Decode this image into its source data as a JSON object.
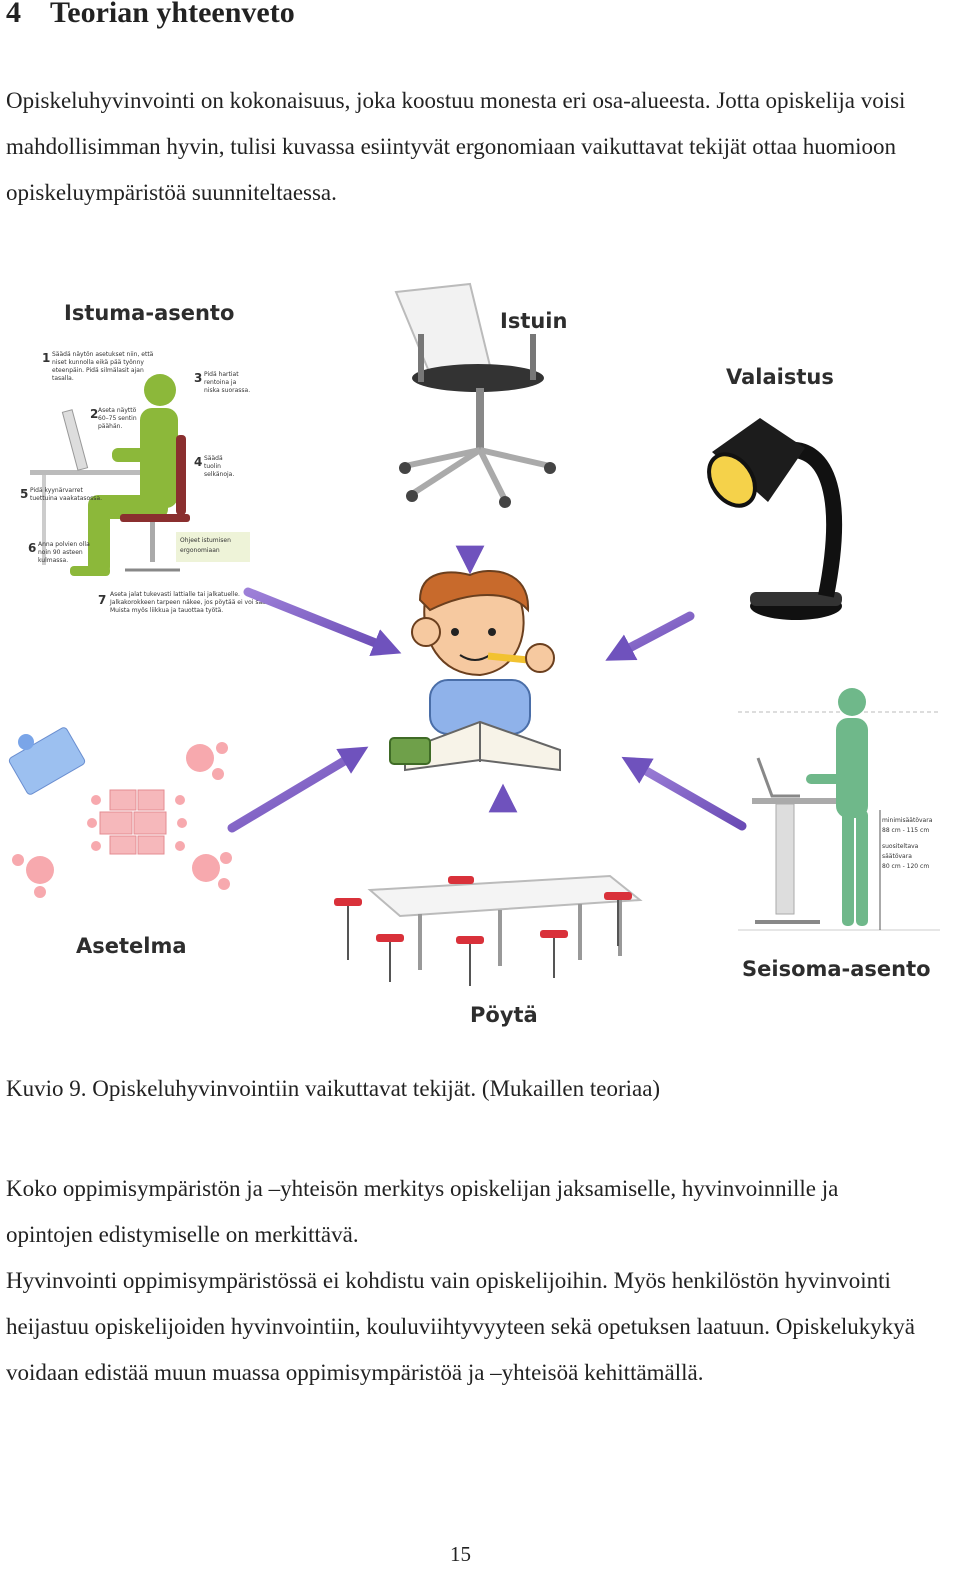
{
  "heading": {
    "number": "4",
    "title": "Teorian yhteenveto"
  },
  "intro": "Opiskeluhyvinvointi on kokonaisuus, joka koostuu monesta eri osa-alueesta. Jotta opiskelija voisi mahdollisimman hyvin, tulisi kuvassa esiintyvät ergonomiaan vaikuttavat tekijät ottaa huomioon opiskeluympäristöä suunniteltaessa.",
  "figure": {
    "labels": {
      "sitting": "Istuma-asento",
      "seat": "Istuin",
      "lighting": "Valaistus",
      "arrangement": "Asetelma",
      "table": "Pöytä",
      "standing": "Seisoma-asento"
    },
    "standing_notes": [
      "minimisäätövara",
      "88 cm - 115 cm",
      "suositeltava",
      "säätövara",
      "80 cm - 120 cm"
    ]
  },
  "caption": "Kuvio 9. Opiskeluhyvinvointiin vaikuttavat tekijät. (Mukaillen teoriaa)",
  "paragraph2": "Koko oppimisympäristön ja –yhteisön merkitys opiskelijan jaksamiselle, hyvinvoinnille ja opintojen edistymiselle on merkittävä.",
  "paragraph3": "Hyvinvointi oppimisympäristössä ei kohdistu vain opiskelijoihin. Myös henkilöstön hyvinvointi heijastuu opiskelijoiden hyvinvointiin, kouluviihtyvyyteen sekä opetuksen laatuun. Opiskelukykyä voidaan edistää muun muassa oppimisympäristöä ja –yhteisöä kehittämällä.",
  "page_number": "15",
  "colors": {
    "arrow": "#7b5cc4",
    "figure_green": "#8cb83a",
    "standing_green": "#6fb88a",
    "pink": "#f4a3aa",
    "lamp_light": "#f5d24a"
  }
}
